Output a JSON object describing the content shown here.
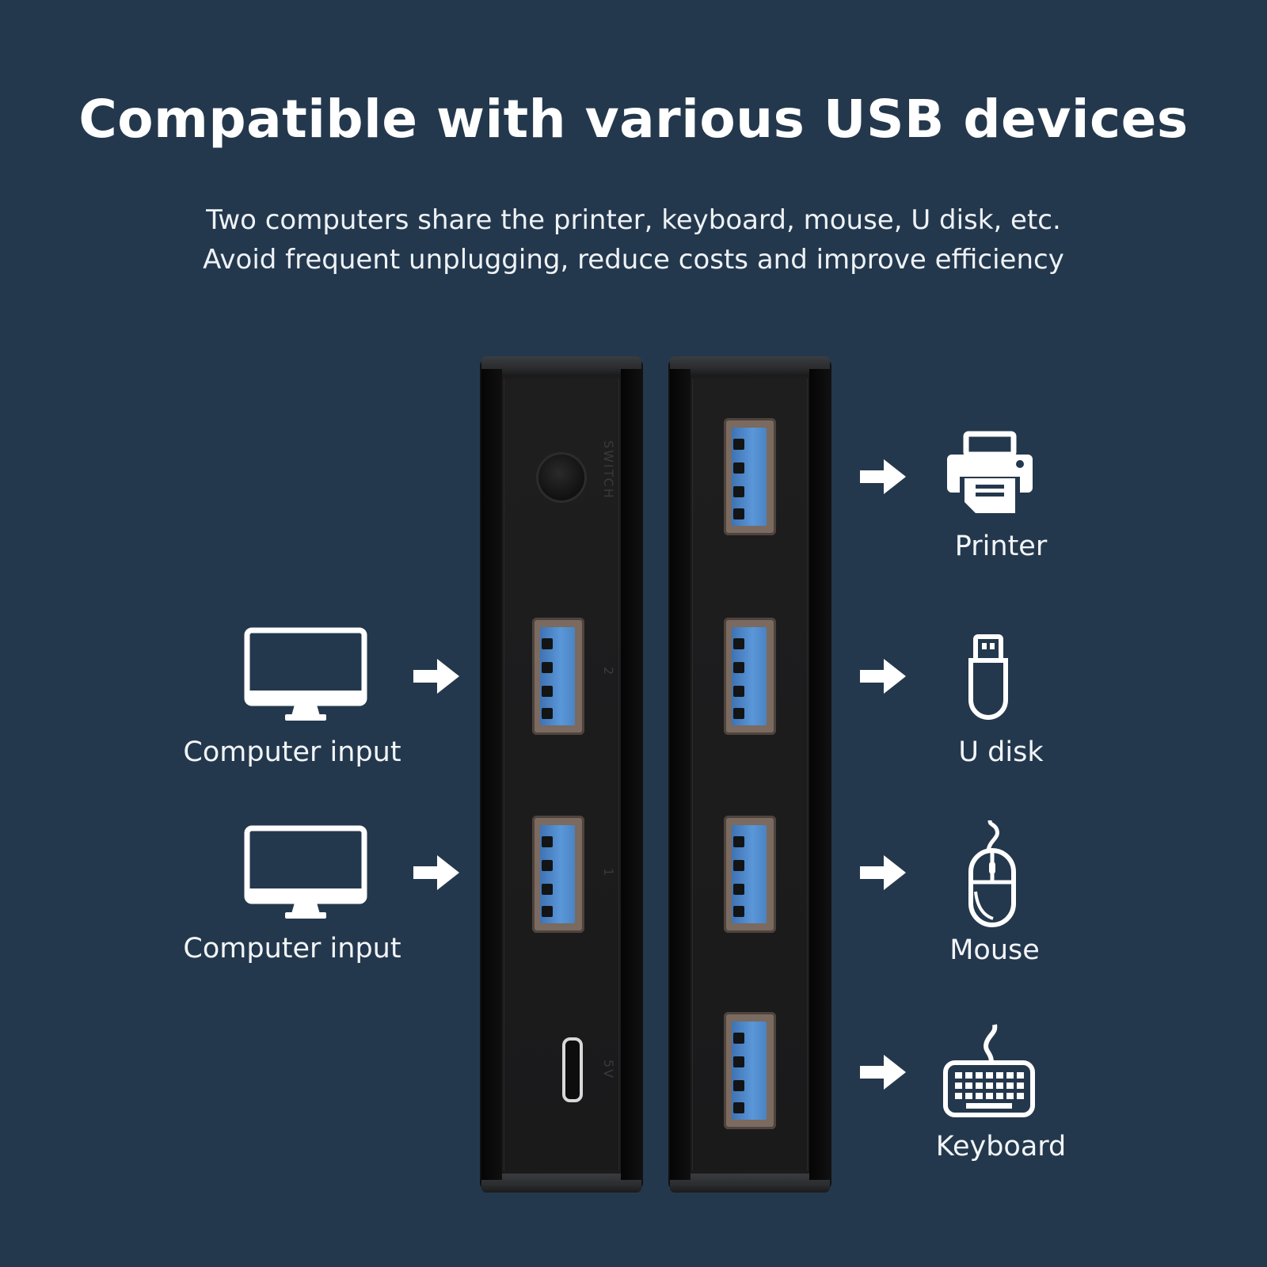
{
  "header": {
    "title": "Compatible with various USB devices",
    "subtitle_line1": "Two computers share the printer, keyboard, mouse, U disk, etc.",
    "subtitle_line2": "Avoid frequent unplugging, reduce costs and improve efficiency"
  },
  "inputs": [
    {
      "label": "Computer input",
      "icon": "monitor-icon"
    },
    {
      "label": "Computer input",
      "icon": "monitor-icon"
    }
  ],
  "outputs": [
    {
      "label": "Printer",
      "icon": "printer-icon"
    },
    {
      "label": "U disk",
      "icon": "usb-drive-icon"
    },
    {
      "label": "Mouse",
      "icon": "mouse-icon"
    },
    {
      "label": "Keyboard",
      "icon": "keyboard-icon"
    }
  ],
  "device": {
    "switch_label": "SWITCH",
    "port_label_2": "2",
    "port_label_1": "1",
    "power_label": "5V"
  },
  "colors": {
    "background": "#24384d",
    "text": "#ffffff",
    "usb_blue": "#5a97d9"
  }
}
